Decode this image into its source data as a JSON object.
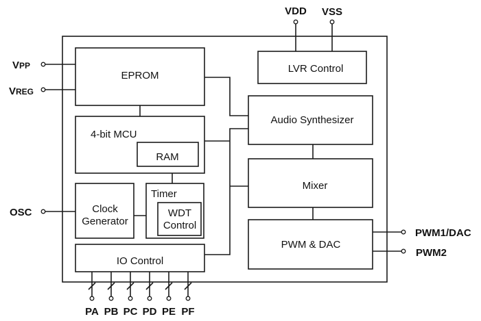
{
  "diagram": {
    "blocks": {
      "eprom": "EPROM",
      "mcu": "4-bit MCU",
      "ram": "RAM",
      "clock_line1": "Clock",
      "clock_line2": "Generator",
      "timer": "Timer",
      "wdt_line1": "WDT",
      "wdt_line2": "Control",
      "io": "IO Control",
      "lvr": "LVR Control",
      "audio": "Audio Synthesizer",
      "mixer": "Mixer",
      "pwm_dac": "PWM & DAC"
    },
    "pins": {
      "vpp_main": "V",
      "vpp_sub": "PP",
      "vreg_main": "V",
      "vreg_sub": "REG",
      "osc": "OSC",
      "vdd": "VDD",
      "vss": "VSS",
      "pwm1": "PWM1/DAC",
      "pwm2": "PWM2",
      "ports": [
        "PA",
        "PB",
        "PC",
        "PD",
        "PE",
        "PF"
      ]
    }
  }
}
